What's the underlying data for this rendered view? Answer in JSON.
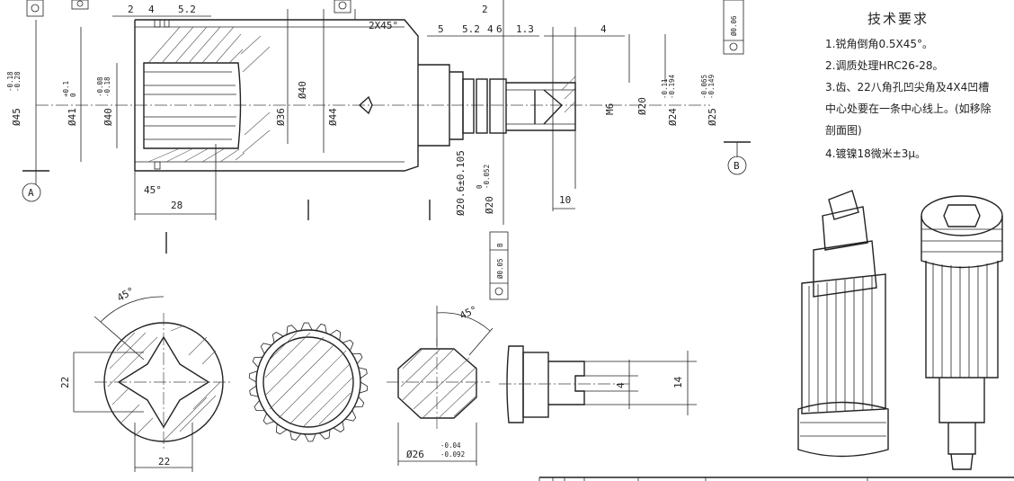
{
  "tech_requirements": {
    "title": "技术要求",
    "items": [
      "1.锐角倒角0.5X45°。",
      "2.调质处理HRC26-28。",
      "3.齿、22八角孔凹尖角及4X4凹槽",
      "中心处要在一条中心线上。(如移除",
      "剖面图)",
      "4.镀镍18微米±3μ。"
    ]
  },
  "datums": {
    "a": "A",
    "b": "B",
    "b_ref": "B"
  },
  "tolerances": {
    "t1": "Ø0.06",
    "t2": "Ø0.05"
  },
  "dims_top": {
    "d2": "2",
    "d4": "4",
    "d52": "5.2",
    "chamfer": "2X45°",
    "d5": "5",
    "d52b": "5.2",
    "d2b": "2",
    "d4b": "4",
    "d6": "6",
    "d13": "1.3",
    "d4c": "4"
  },
  "dims_main": {
    "d45": "Ø45",
    "d45_tol_up": "-0.18",
    "d45_tol_lo": "-0.28",
    "d41": "Ø41",
    "d41_tol_up": "+0.1",
    "d41_tol_lo": "0",
    "d40": "Ø40",
    "d40_tol_up": "-0.08",
    "d40_tol_lo": "-0.18",
    "d36": "Ø36",
    "d40b": "Ø40",
    "d44": "Ø44",
    "d206": "Ø20.6±0.105",
    "d20": "Ø20",
    "d20_tol_up": "0",
    "d20_tol_lo": "-0.052",
    "m6": "M6",
    "d20b": "Ø20",
    "d24": "Ø24",
    "d24_tol_up": "-0.11",
    "d24_tol_lo": "-0.194",
    "d25": "Ø25",
    "d25_tol_up": "-0.065",
    "d25_tol_lo": "-0.149",
    "angle45": "45°",
    "len28": "28",
    "len10": "10"
  },
  "dims_bottom": {
    "angle1": "45°",
    "angle2": "45°",
    "h22": "22",
    "w22": "22",
    "d26": "Ø26",
    "d26_tol_up": "-0.04",
    "d26_tol_lo": "-0.092",
    "h4": "4",
    "h14": "14"
  }
}
